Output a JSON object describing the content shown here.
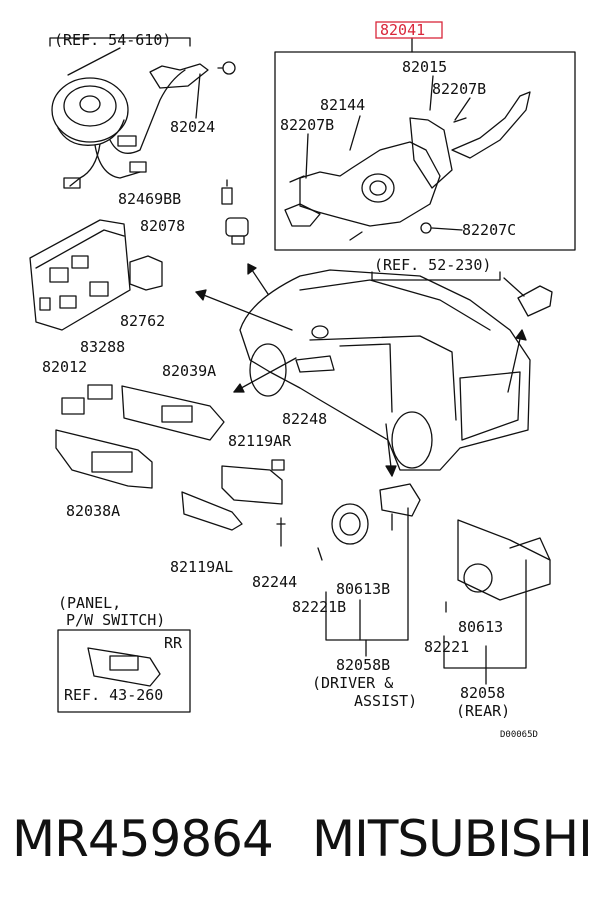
{
  "diagram": {
    "labels": {
      "ref_54_610": "(REF. 54-610)",
      "p82041": "82041",
      "p82015": "82015",
      "p82024": "82024",
      "p82207B_right": "82207B",
      "p82144": "82144",
      "p82207B_left": "82207B",
      "p82469BB": "82469BB",
      "p82078": "82078",
      "p82207C": "82207C",
      "ref_52_230": "(REF. 52-230)",
      "p82762": "82762",
      "p83288": "83288",
      "p82012": "82012",
      "p82039A": "82039A",
      "p82248": "82248",
      "p82119AR": "82119AR",
      "p82038A": "82038A",
      "p82119AL": "82119AL",
      "p82244": "82244",
      "p80613B": "80613B",
      "p82221B": "82221B",
      "p82058B": "82058B",
      "driver_assist_1": "(DRIVER &",
      "driver_assist_2": "ASSIST)",
      "p80613": "80613",
      "p82221": "82221",
      "p82058": "82058",
      "rear": "(REAR)",
      "panel_1": "(PANEL,",
      "panel_2": "P/W SWITCH)",
      "rr": "RR",
      "ref_43_260": "REF. 43-260",
      "drawing_code": "D00065D"
    },
    "highlight_color": "#d9263a"
  },
  "footer": {
    "part_number": "MR459864",
    "brand": "MITSUBISHI"
  }
}
